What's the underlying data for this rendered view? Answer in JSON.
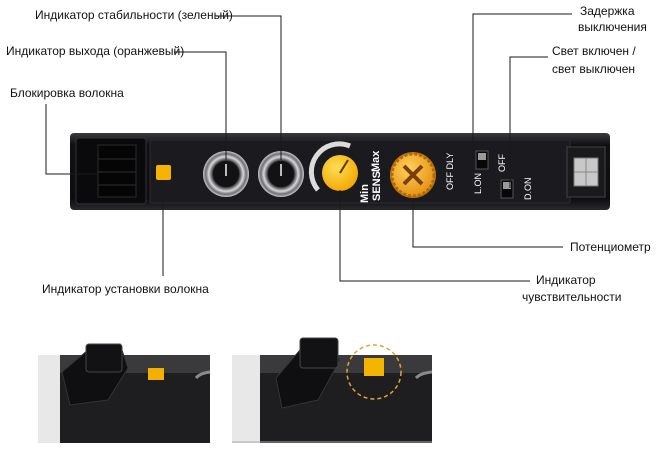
{
  "labels": {
    "stability": "Индикатор стабильности (зеленый)",
    "output": "Индикатор выхода (оранжевый)",
    "fiber_lock": "Блокировка волокна",
    "fiber_setting": "Индикатор установки волокна",
    "delay_off_1": "Задержка",
    "delay_off_2": "выключения",
    "light_on_1": "Свет включен /",
    "light_on_2": "свет выключен",
    "pot": "Потенциометр",
    "sens_1": "Индикатор",
    "sens_2": "чувствительности"
  },
  "device_text": {
    "min": "Min",
    "max": "Max",
    "sens": "SENS.",
    "off_dly": "OFF DLY",
    "lon": "L.ON",
    "off": "OFF",
    "don": "D.ON"
  },
  "colors": {
    "body": "#17171a",
    "indicator": "#f5b400",
    "knob": "#f3a51d"
  }
}
